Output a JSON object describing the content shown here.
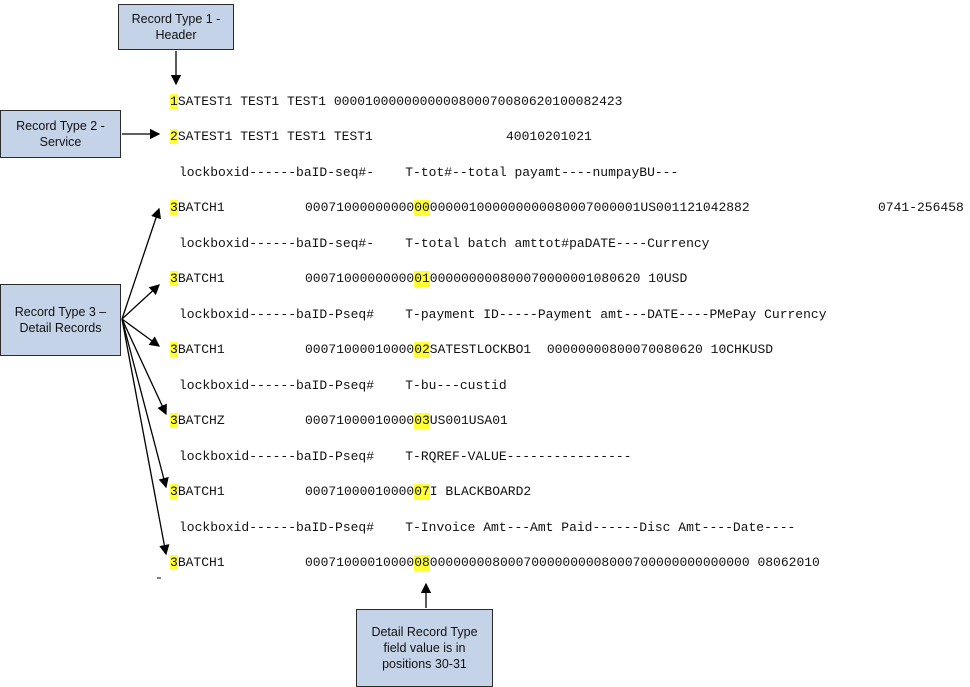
{
  "callouts": {
    "header": "Record Type 1 -\nHeader",
    "service": "Record Type 2 -\nService",
    "detail": "Record Type 3 –\nDetail Records",
    "position": "Detail Record Type\nfield value is in\npositions 30-31"
  },
  "lines": [
    {
      "hl": "1",
      "text": "SATEST1 TEST1 TEST1 0000100000000000800070080620100082423",
      "tail": ""
    },
    {
      "hl": "2",
      "text": "SATEST1 TEST1 TEST1 TEST1",
      "tail": "40010201021"
    },
    {
      "hl": "",
      "text": "lockboxid------baID-seq#-    T-tot#--total payamt----numpayBU---",
      "tail": ""
    },
    {
      "pre": "3",
      "text": "BATCH1",
      "mid": "00071000000000",
      "hl2": "00",
      "rest": "000001000000000080007000001US001121042882",
      "far": "0741-256458"
    },
    {
      "hl": "",
      "text": "lockboxid------baID-seq#-    T-total batch amttot#paDATE----Currency",
      "tail": ""
    },
    {
      "pre": "3",
      "text": "BATCH1",
      "mid": "00071000000000",
      "hl2": "01",
      "rest": "000000000800070000001080620 10USD",
      "far": ""
    },
    {
      "hl": "",
      "text": "lockboxid------baID-Pseq#    T-payment ID-----Payment amt---DATE----PMePay Currency",
      "tail": ""
    },
    {
      "pre": "3",
      "text": "BATCH1",
      "mid": "00071000010000",
      "hl2": "02",
      "rest": "SATESTLOCKBO1  00000000800070080620 10CHKUSD",
      "far": ""
    },
    {
      "hl": "",
      "text": "lockboxid------baID-Pseq#    T-bu---custid",
      "tail": ""
    },
    {
      "pre": "3",
      "text": "BATCHZ",
      "mid": "00071000010000",
      "hl2": "03",
      "rest": "US001USA01",
      "far": ""
    },
    {
      "hl": "",
      "text": "lockboxid------baID-Pseq#    T-RQREF-VALUE----------------",
      "tail": ""
    },
    {
      "pre": "3",
      "text": "BATCH1",
      "mid": "00071000010000",
      "hl2": "07",
      "rest": "I BLACKBOARD2",
      "far": ""
    },
    {
      "hl": "",
      "text": "lockboxid------baID-Pseq#    T-Invoice Amt---Amt Paid------Disc Amt----Date----",
      "tail": ""
    },
    {
      "pre": "3",
      "text": "BATCH1",
      "mid": "00071000010000",
      "hl2": "08",
      "rest": "00000000800070000000008000700000000000000 08062010",
      "far": ""
    }
  ]
}
